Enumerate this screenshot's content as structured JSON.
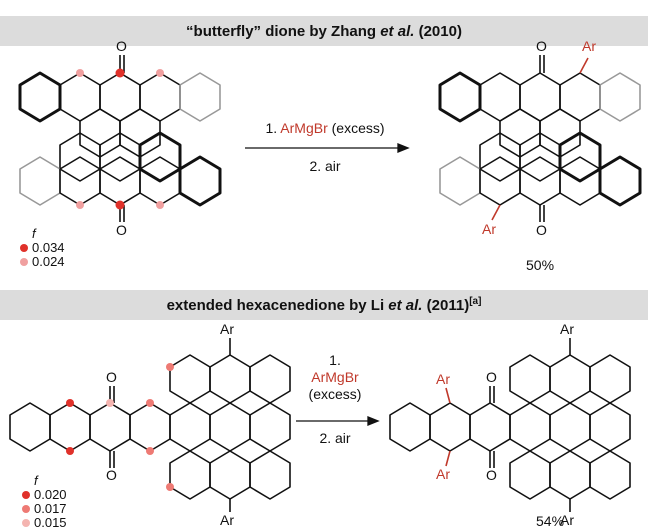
{
  "panel1": {
    "title_pre": "“butterfly” dione by Zhang ",
    "title_etal": "et al.",
    "title_post": " (2010)",
    "step1_num": "1.",
    "step1_reagent": "ArMgBr",
    "step1_rest": "(excess)",
    "step2": "2. air",
    "legend_label": "f",
    "legend": [
      {
        "value": "0.034",
        "color": "#e0312a"
      },
      {
        "value": "0.024",
        "color": "#f0a0a0"
      }
    ],
    "yield": "50%",
    "oxygen_label": "O",
    "aryl_label": "Ar"
  },
  "panel2": {
    "title_pre": "extended hexacenedione by Li ",
    "title_etal": "et al.",
    "title_post": " (2011)",
    "title_note": "[a]",
    "step1_num": "1.",
    "step1_reagent": "ArMgBr",
    "step1_rest": "(excess)",
    "step2": "2. air",
    "legend_label": "f",
    "legend": [
      {
        "value": "0.020",
        "color": "#e0312a"
      },
      {
        "value": "0.017",
        "color": "#ee7a74"
      },
      {
        "value": "0.015",
        "color": "#f4b4b0"
      }
    ],
    "yield": "54%",
    "oxygen_label": "O",
    "aryl_label": "Ar"
  },
  "colors": {
    "accent_red": "#c0392b",
    "banner": "#dcdcdc"
  }
}
